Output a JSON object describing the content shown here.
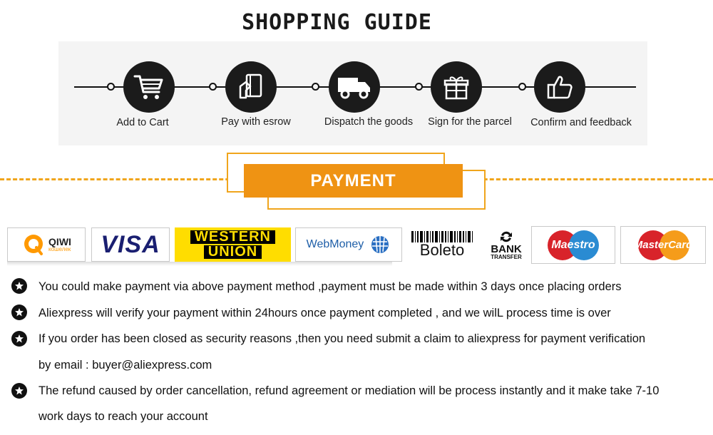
{
  "header": {
    "title": "SHOPPING GUIDE"
  },
  "steps": [
    {
      "label": "Add to Cart",
      "icon": "cart-icon"
    },
    {
      "label": "Pay with esrow",
      "icon": "payment-card-icon"
    },
    {
      "label": "Dispatch the goods",
      "icon": "truck-icon"
    },
    {
      "label": "Sign for the parcel",
      "icon": "gift-icon"
    },
    {
      "label": "Confirm and feedback",
      "icon": "thumbs-up-icon"
    }
  ],
  "section": {
    "title": "PAYMENT"
  },
  "payment_methods": {
    "qiwi": {
      "name": "QIWI",
      "sub": "кошелек"
    },
    "visa": {
      "name": "VISA"
    },
    "western_union": {
      "line1": "WESTERN",
      "line2": "UNION"
    },
    "webmoney": {
      "name": "WebMoney"
    },
    "boleto": {
      "name": "Boleto"
    },
    "bank_transfer": {
      "line1": "BANK",
      "line2": "TRANSFER"
    },
    "maestro": {
      "name": "Maestro"
    },
    "mastercard": {
      "name": "MasterCard"
    }
  },
  "notes": [
    "You could make payment via above payment method ,payment must be made within 3 days once placing orders",
    "Aliexpress will verify your payment within 24hours once payment completed , and we wilL process time is over",
    "If you order has been closed as security reasons ,then you need submit a claim to aliexpress for payment verification",
    "by email : buyer@aliexpress.com",
    "The refund caused by order cancellation, refund agreement or mediation will be process instantly and it make take 7-10",
    "work days to reach your account"
  ],
  "colors": {
    "accent": "#ef9313",
    "outline": "#f0a51c",
    "dark": "#1b1b1b"
  }
}
